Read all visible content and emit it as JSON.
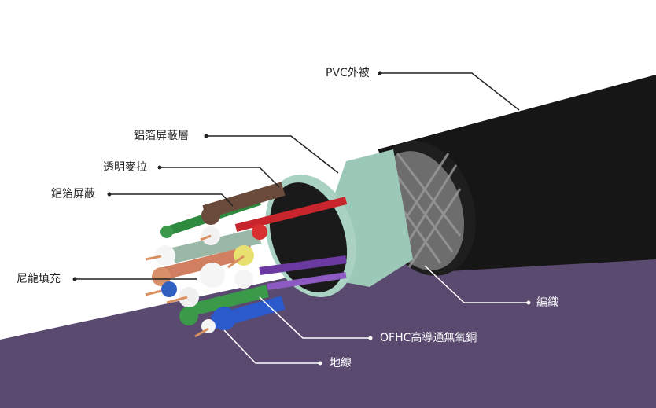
{
  "labels": {
    "pvc_jacket": "PVC外被",
    "foil_shield_layer": "鋁箔屏蔽層",
    "clear_mylar": "透明麥拉",
    "foil_shield": "鋁箔屏蔽",
    "nylon_filler": "尼龍填充",
    "braid": "編織",
    "ofhc_copper": "OFHC高導通無氧銅",
    "ground_wire": "地線"
  },
  "colors": {
    "background_purple": "#5a4a70",
    "jacket": "#151515",
    "foil_layer": "#9cc8b8",
    "leader_dark": "#222222",
    "leader_light": "#ffffff"
  }
}
